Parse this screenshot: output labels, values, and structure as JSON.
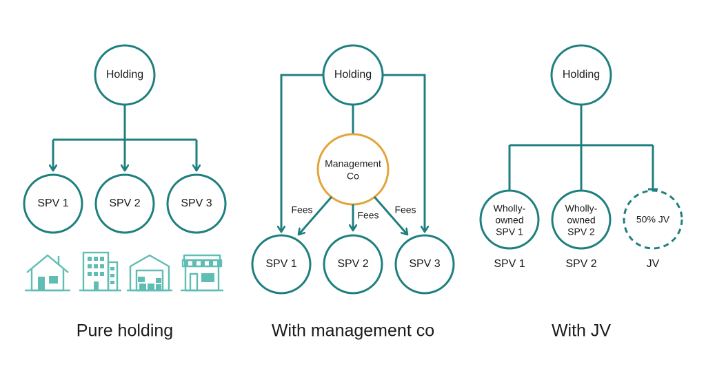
{
  "colors": {
    "teal": "#1f7f7f",
    "teal_icon": "#5fbdb3",
    "orange": "#e3a43a"
  },
  "panels": [
    {
      "title": "Pure holding",
      "holding": "Holding",
      "spvs": [
        "SPV 1",
        "SPV 2",
        "SPV 3"
      ],
      "icons": [
        "house-icon",
        "office-building-icon",
        "warehouse-icon",
        "shop-icon"
      ]
    },
    {
      "title": "With management co",
      "holding": "Holding",
      "management_line1": "Management",
      "management_line2": "Co",
      "fees": [
        "Fees",
        "Fees",
        "Fees"
      ],
      "spvs": [
        "SPV 1",
        "SPV 2",
        "SPV 3"
      ]
    },
    {
      "title": "With JV",
      "holding": "Holding",
      "nodes": [
        {
          "line1": "Wholly-",
          "line2": "owned",
          "line3": "SPV 1",
          "caption": "SPV 1"
        },
        {
          "line1": "Wholly-",
          "line2": "owned",
          "line3": "SPV 2",
          "caption": "SPV 2"
        }
      ],
      "jv_node": "50% JV",
      "jv_caption": "JV"
    }
  ]
}
